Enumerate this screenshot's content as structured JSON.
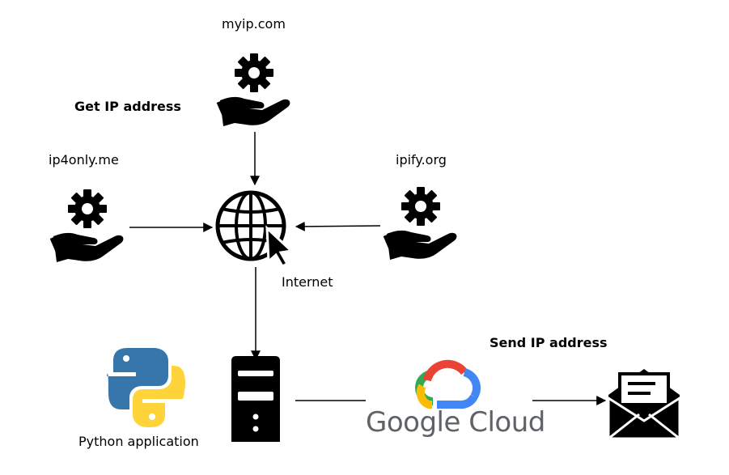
{
  "labels": {
    "myip": "myip.com",
    "get_ip": "Get IP address",
    "ip4only": "ip4only.me",
    "ipify": "ipify.org",
    "internet": "Internet",
    "send_ip": "Send IP address",
    "python_app": "Python application",
    "google_cloud": "Google Cloud"
  },
  "colors": {
    "python_blue": "#3776ab",
    "python_yellow": "#ffd43b",
    "google_blue": "#4285f4",
    "google_red": "#ea4335",
    "google_yellow": "#fbbc05",
    "google_green": "#34a853",
    "google_text": "#5f6368"
  },
  "icons": [
    "service-hand-gear-icon",
    "globe-cursor-icon",
    "server-icon",
    "python-logo-icon",
    "google-cloud-logo-icon",
    "mail-envelope-icon"
  ]
}
